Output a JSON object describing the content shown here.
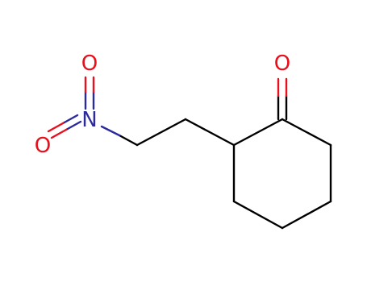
{
  "molecule": {
    "atoms": [
      {
        "id": "o_nitro_top",
        "label": "O",
        "color": "#e8101c"
      },
      {
        "id": "n_nitro",
        "label": "N",
        "color": "#2b2b9c"
      },
      {
        "id": "o_nitro_left",
        "label": "O",
        "color": "#e8101c"
      },
      {
        "id": "o_ketone",
        "label": "O",
        "color": "#e8101c"
      }
    ],
    "colors": {
      "carbon_bond": "#000000",
      "oxygen": "#e8101c",
      "nitrogen": "#2b2b9c"
    }
  }
}
